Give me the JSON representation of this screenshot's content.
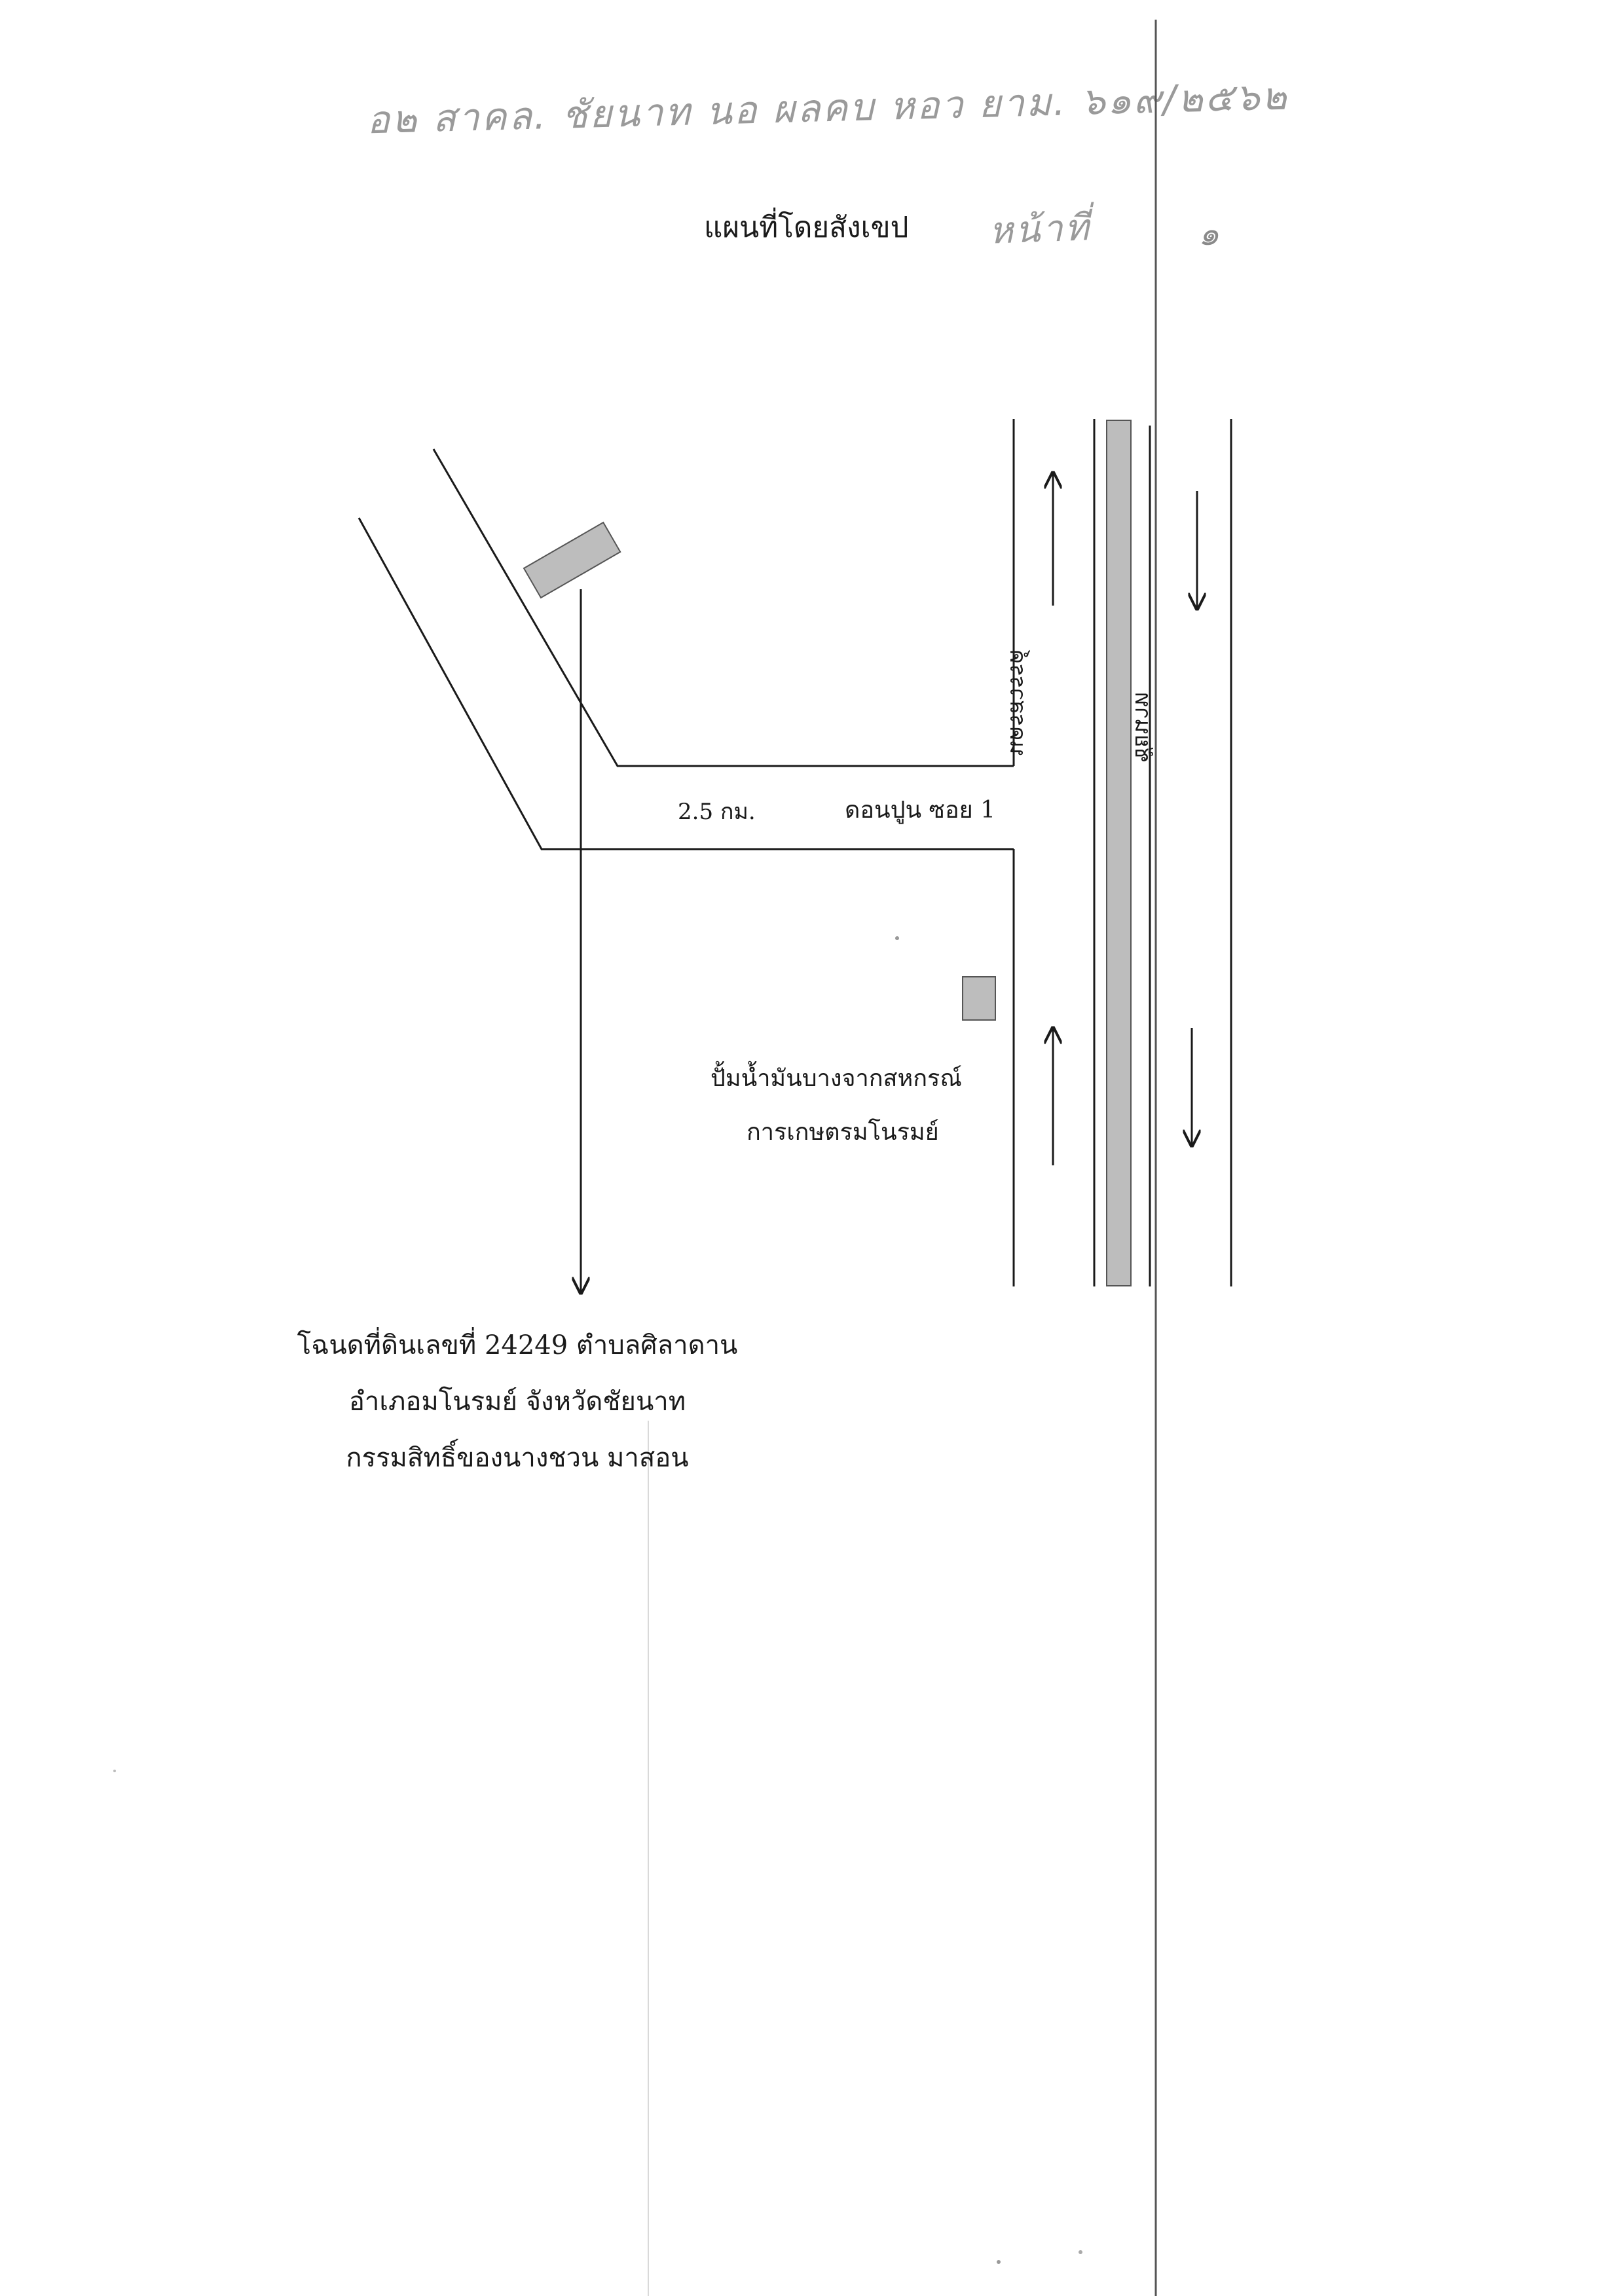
{
  "handwritten": {
    "top_line": "อ๒ สาคล. ชัยนาท นอ ผลคบ หอว ยาม. ๖๑๙/๒๕๖๒",
    "side_note": "หน้าที่",
    "page_number": "๑"
  },
  "title": "แผนที่โดยสังเขป",
  "map": {
    "distance_label": "2.5 กม.",
    "soi_label": "ดอนปูน ซอย 1",
    "gas_station_line1": "ปั้มน้ำมันบางจากสหกรณ์",
    "gas_station_line2": "การเกษตรมโนรมย์",
    "road_label_left": "นครสวรรค์",
    "road_label_right": "ชัยนาท"
  },
  "deed": {
    "line1": "โฉนดที่ดินเลขที่ 24249 ตำบลศิลาดาน",
    "line2": "อำเภอมโนรมย์ จังหวัดชัยนาท",
    "line3": "กรรมสิทธิ์ของนางชวน  มาสอน"
  },
  "colors": {
    "ink": "#1a1a1a",
    "marker_fill": "#bdbdbd",
    "pencil": "#9a9a9a"
  }
}
